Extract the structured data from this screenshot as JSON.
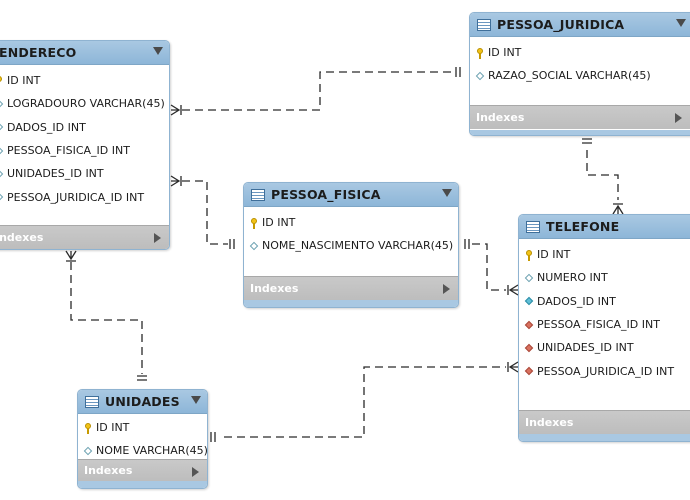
{
  "tables": [
    {
      "key": "endereco",
      "name": "ENDERECO",
      "displayed_name": "ENDERECO",
      "columns": [
        {
          "text": "ID INT",
          "icon": "primary-key-icon"
        },
        {
          "text": "LOGRADOURO VARCHAR(45)",
          "icon": "attribute-icon"
        },
        {
          "text": "DADOS_ID INT",
          "icon": "attribute-icon"
        },
        {
          "text": "PESSOA_FISICA_ID INT",
          "icon": "attribute-icon"
        },
        {
          "text": "UNIDADES_ID INT",
          "icon": "attribute-icon"
        },
        {
          "text": "PESSOA_JURIDICA_ID INT",
          "icon": "attribute-icon"
        }
      ],
      "indexes_label": "Indexes"
    },
    {
      "key": "pessoa_juridica",
      "name": "PESSOA_JURIDICA",
      "columns": [
        {
          "text": "ID INT",
          "icon": "primary-key-icon"
        },
        {
          "text": "RAZAO_SOCIAL VARCHAR(45)",
          "icon": "attribute-icon"
        }
      ],
      "indexes_label": "Indexes"
    },
    {
      "key": "pessoa_fisica",
      "name": "PESSOA_FISICA",
      "columns": [
        {
          "text": "ID INT",
          "icon": "primary-key-icon"
        },
        {
          "text": "NOME_NASCIMENTO VARCHAR(45)",
          "icon": "attribute-icon"
        }
      ],
      "indexes_label": "Indexes"
    },
    {
      "key": "telefone",
      "name": "TELEFONE",
      "columns": [
        {
          "text": "ID INT",
          "icon": "primary-key-icon"
        },
        {
          "text": "NUMERO INT",
          "icon": "attribute-icon"
        },
        {
          "text": "DADOS_ID INT",
          "icon": "foreign-key-pk-icon"
        },
        {
          "text": "PESSOA_FISICA_ID INT",
          "icon": "foreign-key-icon"
        },
        {
          "text": "UNIDADES_ID INT",
          "icon": "foreign-key-icon"
        },
        {
          "text": "PESSOA_JURIDICA_ID INT",
          "icon": "foreign-key-icon"
        }
      ],
      "indexes_label": "Indexes"
    },
    {
      "key": "unidades",
      "name": "UNIDADES",
      "columns": [
        {
          "text": "ID INT",
          "icon": "primary-key-icon"
        },
        {
          "text": "NOME VARCHAR(45)",
          "icon": "attribute-icon"
        }
      ],
      "indexes_label": "Indexes"
    }
  ],
  "relationships": [
    {
      "from": "endereco",
      "to": "pessoa_juridica",
      "from_end": "many",
      "to_end": "one"
    },
    {
      "from": "endereco",
      "to": "pessoa_fisica",
      "from_end": "many",
      "to_end": "one"
    },
    {
      "from": "endereco",
      "to": "unidades",
      "from_end": "many",
      "to_end": "one"
    },
    {
      "from": "telefone",
      "to": "pessoa_juridica",
      "from_end": "many",
      "to_end": "one"
    },
    {
      "from": "telefone",
      "to": "pessoa_fisica",
      "from_end": "many",
      "to_end": "one"
    },
    {
      "from": "telefone",
      "to": "unidades",
      "from_end": "many",
      "to_end": "one"
    }
  ],
  "colors": {
    "header": "#9cc0de",
    "indexes_bar": "#c4c4c4",
    "connector": "#2a2a2a",
    "primary_key": "#f2c318",
    "foreign_key": "#d9705e"
  }
}
